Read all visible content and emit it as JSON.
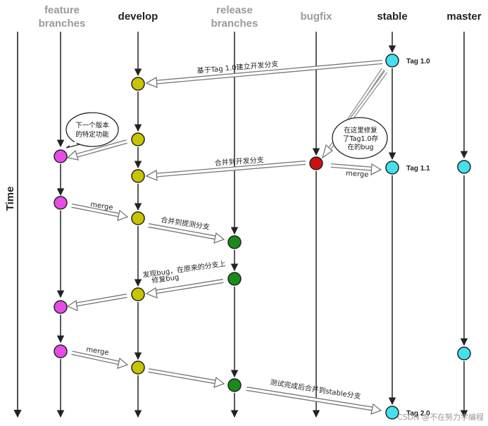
{
  "columns": {
    "feature": [
      "feature",
      "branches"
    ],
    "develop": "develop",
    "release": [
      "release",
      "branches"
    ],
    "bugfix": "bugfix",
    "stable": "stable",
    "master": "master"
  },
  "time_label": "Time",
  "tags": {
    "t10": "Tag 1.0",
    "t11": "Tag 1.1",
    "t20": "Tag 2.0"
  },
  "labels": {
    "base_on_tag": "基于Tag 1.0建立开发分支",
    "merge_to_dev": "合并到开发分支",
    "merge_bugfix_stable": "merge",
    "merge_feature1": "merge",
    "merge_to_test": "合并到提测分支",
    "found_bug_1": "发现bug，在原来的分支上",
    "found_bug_2": "修复bug",
    "merge_feature2": "merge",
    "test_done": "测试完成后合并到stable分支"
  },
  "bubbles": {
    "feature_note": [
      "下一个版本",
      "的特定功能"
    ],
    "bugfix_note": [
      "在这里修复",
      "了Tag1.0存",
      "在的bug"
    ]
  },
  "colors": {
    "feature": "#e64ce6",
    "develop": "#c8c400",
    "release": "#1a8a1a",
    "bugfix": "#cc1111",
    "stable": "#44e0ee",
    "master": "#44e0ee"
  },
  "watermark": "CSDN @不在努力学编程"
}
